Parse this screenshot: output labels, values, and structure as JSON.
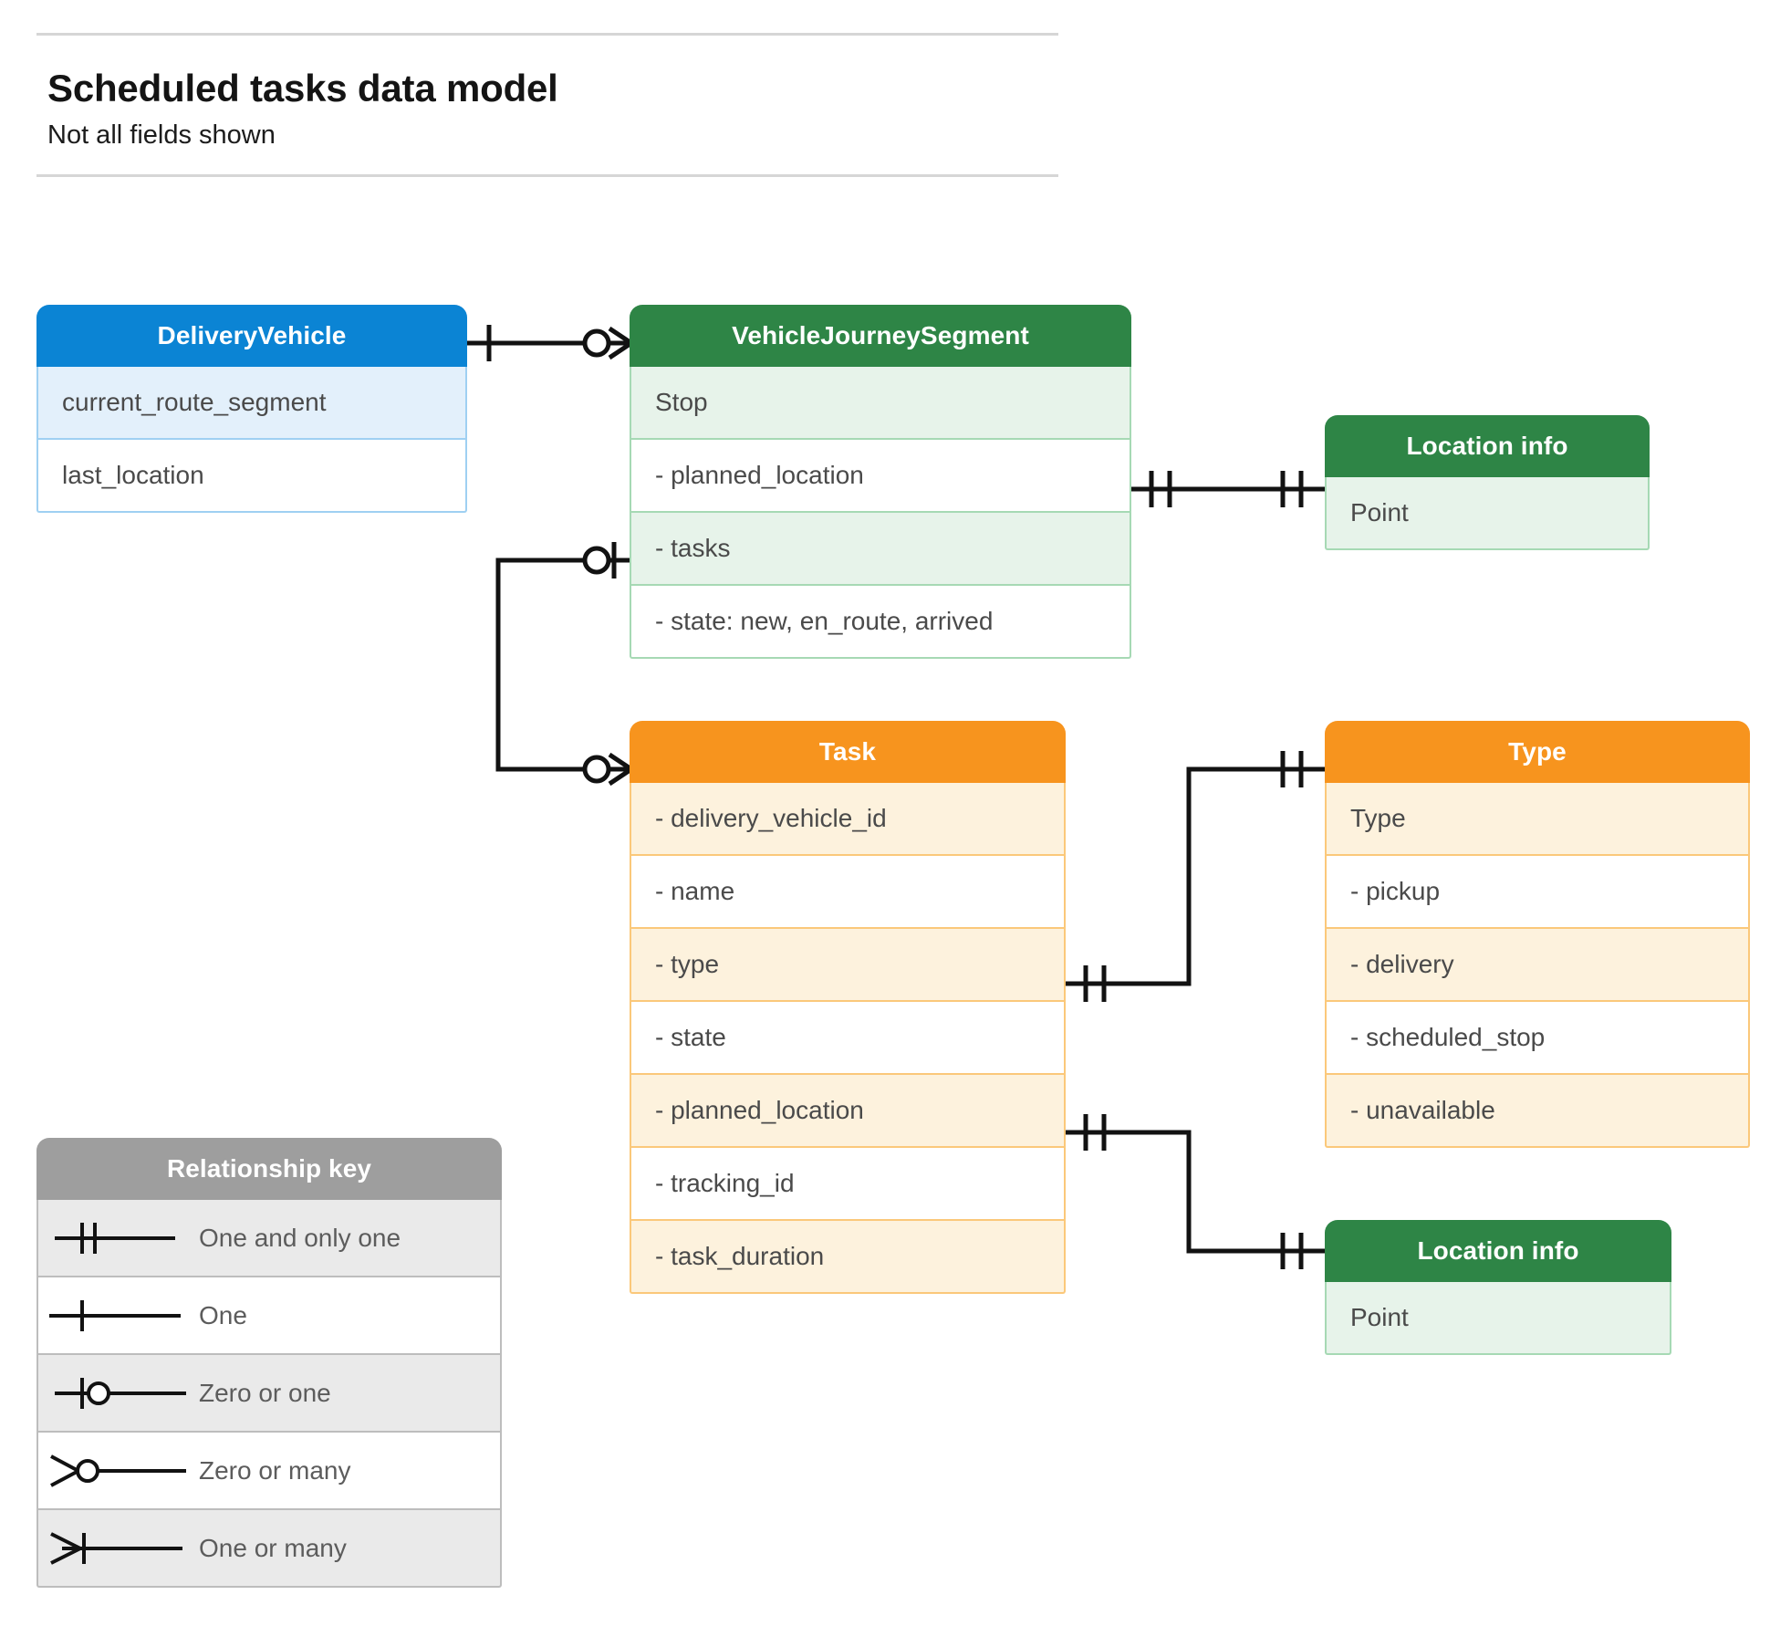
{
  "header": {
    "title": "Scheduled tasks data model",
    "subtitle": "Not all fields shown"
  },
  "entities": {
    "delivery_vehicle": {
      "title": "DeliveryVehicle",
      "color": "#0b84d4",
      "rows": [
        "current_route_segment",
        "last_location"
      ]
    },
    "vehicle_journey_segment": {
      "title": "VehicleJourneySegment",
      "color": "#2e8546",
      "rows": [
        "Stop",
        "-  planned_location",
        "- tasks",
        "- state: new, en_route, arrived"
      ]
    },
    "location_info_top": {
      "title": "Location info",
      "color": "#2e8546",
      "rows": [
        "Point"
      ]
    },
    "task": {
      "title": "Task",
      "color": "#f7941e",
      "rows": [
        "- delivery_vehicle_id",
        "- name",
        "- type",
        "- state",
        "- planned_location",
        "- tracking_id",
        "- task_duration"
      ]
    },
    "type": {
      "title": "Type",
      "color": "#f7941e",
      "rows": [
        "Type",
        "-   pickup",
        "-   delivery",
        "-   scheduled_stop",
        "-   unavailable"
      ]
    },
    "location_info_bottom": {
      "title": "Location info",
      "color": "#2e8546",
      "rows": [
        "Point"
      ]
    }
  },
  "legend": {
    "title": "Relationship key",
    "color": "#9e9e9e",
    "items": [
      {
        "symbol": "one-and-only-one",
        "label": "One and only one"
      },
      {
        "symbol": "one",
        "label": "One"
      },
      {
        "symbol": "zero-or-one",
        "label": "Zero or one"
      },
      {
        "symbol": "zero-or-many",
        "label": "Zero or many"
      },
      {
        "symbol": "one-or-many",
        "label": "One or many"
      }
    ]
  },
  "relationships": [
    {
      "from": "delivery_vehicle",
      "to": "vehicle_journey_segment",
      "from_cardinality": "one",
      "to_cardinality": "zero-or-many"
    },
    {
      "from": "vehicle_journey_segment.tasks",
      "to": "task",
      "from_cardinality": "zero-or-one",
      "to_cardinality": "zero-or-many"
    },
    {
      "from": "vehicle_journey_segment.planned_location",
      "to": "location_info_top",
      "from_cardinality": "one-and-only-one",
      "to_cardinality": "one-and-only-one"
    },
    {
      "from": "task.type",
      "to": "type",
      "from_cardinality": "one-and-only-one",
      "to_cardinality": "one-and-only-one"
    },
    {
      "from": "task.planned_location",
      "to": "location_info_bottom",
      "from_cardinality": "one-and-only-one",
      "to_cardinality": "one-and-only-one"
    }
  ],
  "colors": {
    "line": "#121212",
    "rule": "#d6d6d6",
    "text": "#4a4a4a"
  }
}
